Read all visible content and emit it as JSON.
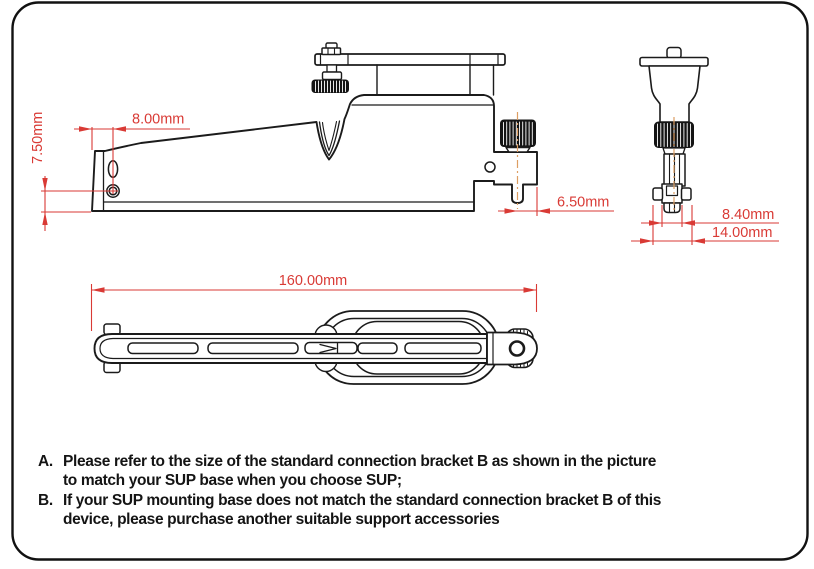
{
  "figure": {
    "type": "technical-drawing",
    "subject": "standard connection bracket B",
    "line_color": "#1b1b1b",
    "dimension_color": "#d93a35",
    "centerline_color": "#dd9e63",
    "views": {
      "side_view": {
        "name": "bracket side view",
        "dimensions": {
          "hole_offset_x": "8.00mm",
          "hole_offset_y": "7.50mm",
          "pin_edge_offset": "6.50mm"
        }
      },
      "front_view": {
        "name": "bracket front view",
        "dimensions": {
          "shaft_width": "8.40mm",
          "flange_width": "14.00mm"
        }
      },
      "top_view": {
        "name": "bracket top view",
        "dimensions": {
          "overall_length": "160.00mm"
        }
      }
    }
  },
  "notes": {
    "items": [
      {
        "label": "A.",
        "lines": [
          "Please refer to the size of the standard connection bracket B as shown in the picture",
          "to match your SUP base when you choose SUP;"
        ]
      },
      {
        "label": "B.",
        "lines": [
          "If your SUP mounting base does not match the standard connection bracket B of this",
          "device, please purchase another suitable support accessories"
        ]
      }
    ]
  }
}
